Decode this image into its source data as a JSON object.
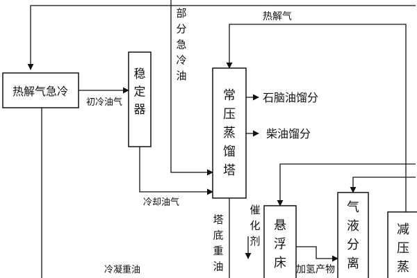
{
  "nodes": {
    "quench": "热解气急冷",
    "stabilizer": "稳定器",
    "atmos_tower": "常压蒸馏塔",
    "slurry_bed": "悬浮床",
    "gas_liquid": "气液分离",
    "vacuum": "减压蒸"
  },
  "streams": {
    "top_gas_top": "热解气",
    "partial_quench": "部分急冷油",
    "primary_cool_gas": "初冷油气",
    "cooled_gas": "冷却油气",
    "naphtha": "石脑油馏分",
    "diesel": "柴油馏分",
    "bottom_heavy": "塔底重油",
    "catalyst": "催化剂",
    "hydro_product": "加氢产物",
    "condensed_heavy": "冷凝重油"
  }
}
